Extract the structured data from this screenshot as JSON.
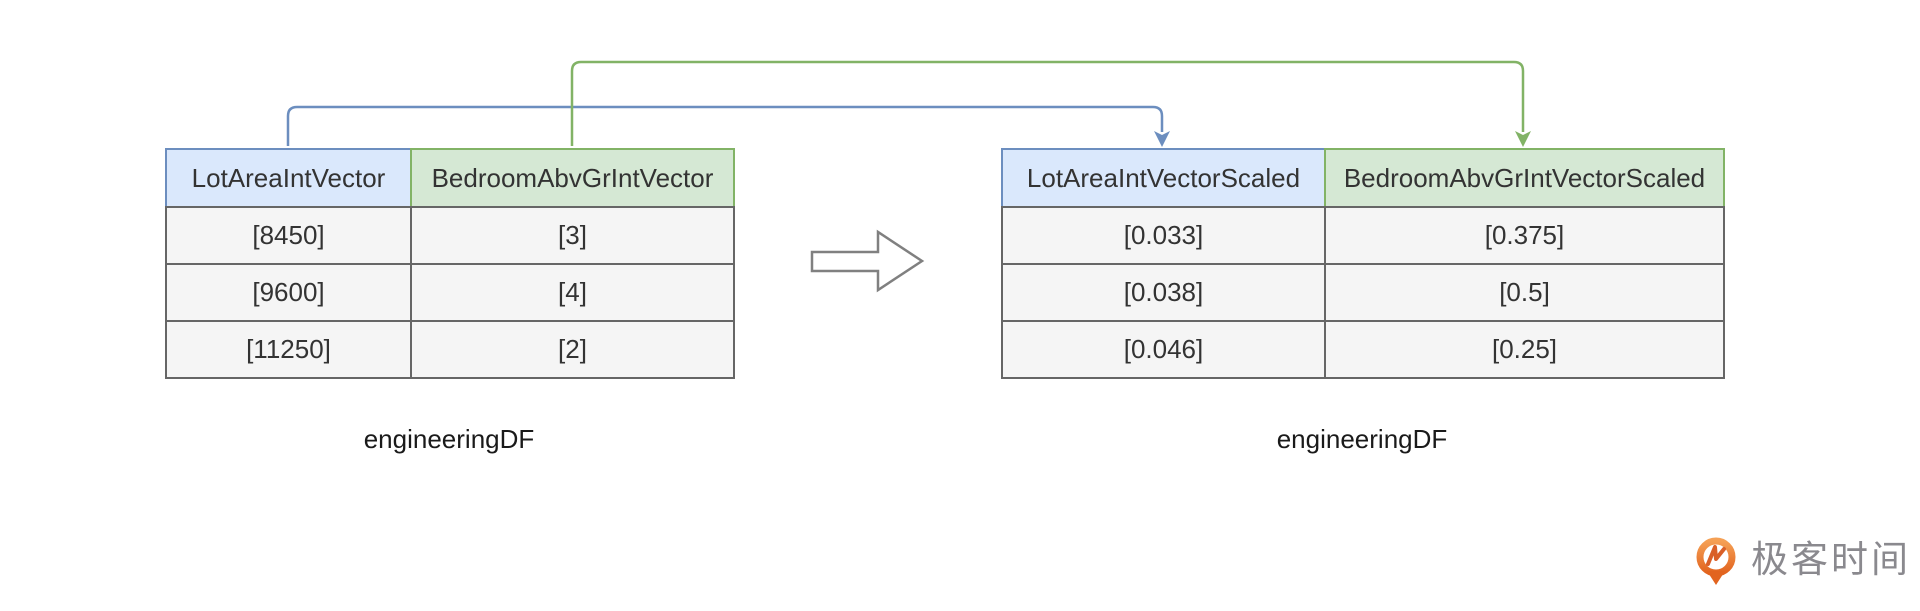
{
  "diagram": {
    "left_table": {
      "columns": [
        {
          "label": "LotAreaIntVector",
          "accent": "blue"
        },
        {
          "label": "BedroomAbvGrIntVector",
          "accent": "green"
        }
      ],
      "rows": [
        [
          "[8450]",
          "[3]"
        ],
        [
          "[9600]",
          "[4]"
        ],
        [
          "[11250]",
          "[2]"
        ]
      ],
      "caption": "engineeringDF"
    },
    "right_table": {
      "columns": [
        {
          "label": "LotAreaIntVectorScaled",
          "accent": "blue"
        },
        {
          "label": "BedroomAbvGrIntVectorScaled",
          "accent": "green"
        }
      ],
      "rows": [
        [
          "[0.033]",
          "[0.375]"
        ],
        [
          "[0.038]",
          "[0.5]"
        ],
        [
          "[0.046]",
          "[0.25]"
        ]
      ],
      "caption": "engineeringDF"
    },
    "mappings": [
      {
        "from": "LotAreaIntVector",
        "to": "LotAreaIntVectorScaled",
        "color": "#6c8ebf"
      },
      {
        "from": "BedroomAbvGrIntVector",
        "to": "BedroomAbvGrIntVectorScaled",
        "color": "#82b366"
      }
    ],
    "colors": {
      "blue_fill": "#dae8fc",
      "blue_stroke": "#6c8ebf",
      "green_fill": "#d5e8d4",
      "green_stroke": "#82b366",
      "row_fill": "#f5f5f5",
      "row_stroke": "#666666",
      "block_arrow_stroke": "#808080"
    }
  },
  "branding": {
    "logo_text": "极客时间",
    "logo_orange": "#ee7b30",
    "logo_text_color": "#8a898e"
  }
}
